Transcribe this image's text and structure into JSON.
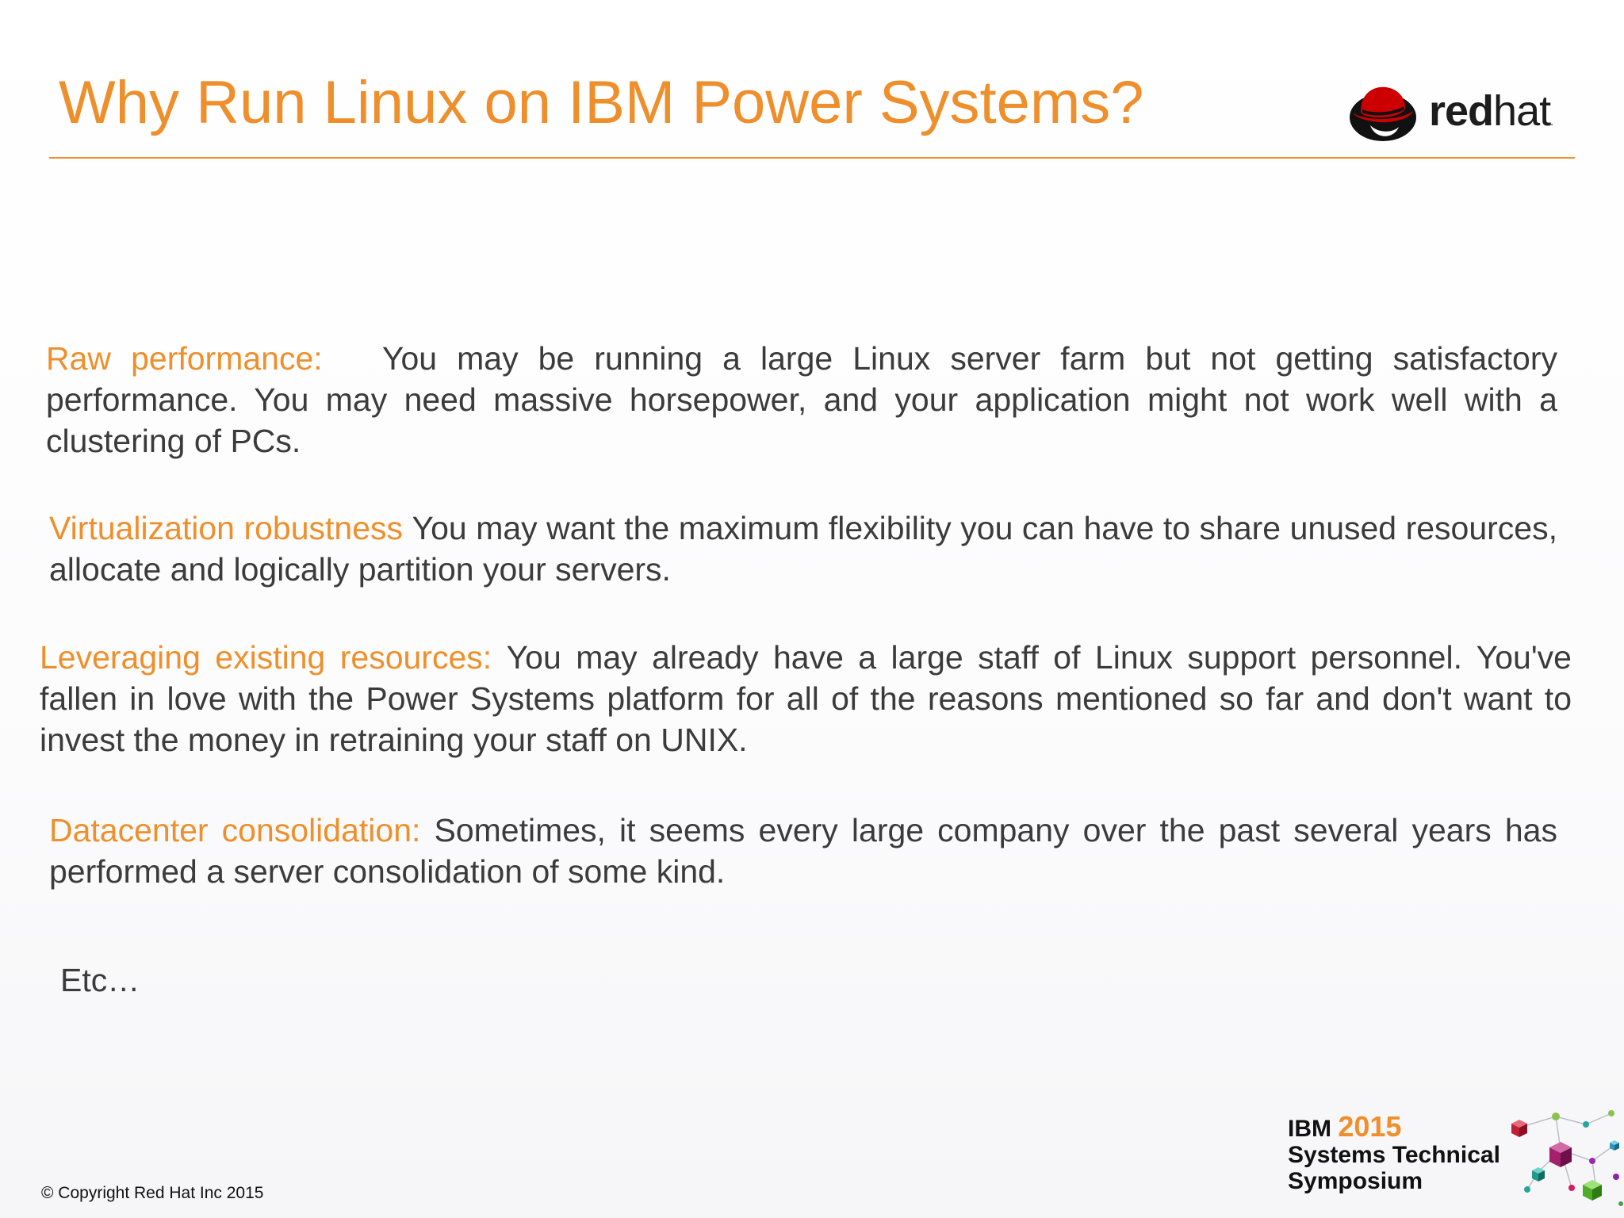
{
  "slide": {
    "title": "Why Run Linux on IBM Power Systems?",
    "colors": {
      "accent": "#ee8f2b",
      "body_text": "#3b3b3b",
      "redhat_red": "#cc0000"
    }
  },
  "logo": {
    "icon": "redhat-shadowman-icon",
    "wordmark_bold": "red",
    "wordmark_light": "hat",
    "wordmark_mark": "."
  },
  "paragraphs": [
    {
      "lead": "Raw performance:",
      "body": "You may be running a large Linux server farm but not getting satisfactory performance. You may need massive horsepower, and your application might not work well with a clustering of PCs."
    },
    {
      "lead": "Virtualization robustness",
      "body": "You may want the maximum flexibility you can have to share unused resources, allocate and logically partition your servers."
    },
    {
      "lead": "Leveraging existing resources:",
      "body": "You may already have a large staff of Linux support personnel. You've fallen in love with the Power Systems platform for all of the reasons mentioned so far and don't want to invest the money in retraining your staff on UNIX."
    },
    {
      "lead": "Datacenter consolidation:",
      "body": "Sometimes, it seems every large company over the past several years has performed a server consolidation of some kind."
    }
  ],
  "etc": "Etc…",
  "footer": {
    "copyright": "© Copyright Red Hat Inc 2015",
    "event_org": "IBM",
    "event_year": "2015",
    "event_line2": "Systems Technical",
    "event_line3": "Symposium",
    "event_graphic": "colored-cubes-network-graphic"
  }
}
